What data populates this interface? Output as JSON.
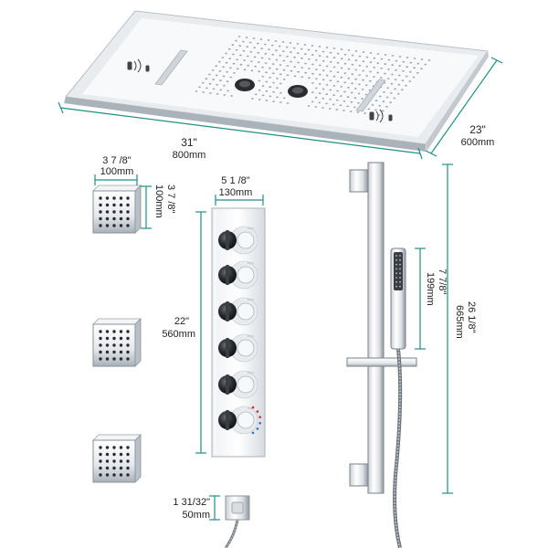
{
  "colors": {
    "dimension_line": "#1f8f86",
    "chrome_light": "#f4f6f8",
    "chrome_dark": "#9aa2aa",
    "hole": "#1a1a1a"
  },
  "rain_head": {
    "width_in": "31\"",
    "width_mm": "800mm",
    "depth_in": "23\"",
    "depth_mm": "600mm"
  },
  "body_jet": {
    "width_in": "3 7 /8\"",
    "width_mm": "100mm",
    "height_in": "3 7 /8\"",
    "height_mm": "100mm"
  },
  "valve_panel": {
    "width_in": "5 1 /8\"",
    "width_mm": "130mm",
    "height_in": "22\"",
    "height_mm": "560mm",
    "knob_count": 6
  },
  "slide_bar": {
    "height_in": "26 1/8\"",
    "height_mm": "665mm"
  },
  "hand_shower": {
    "height_in": "7 7/8\"",
    "height_mm": "199mm"
  },
  "water_outlet": {
    "size_in": "1 31/32\"",
    "size_mm": "50mm"
  }
}
